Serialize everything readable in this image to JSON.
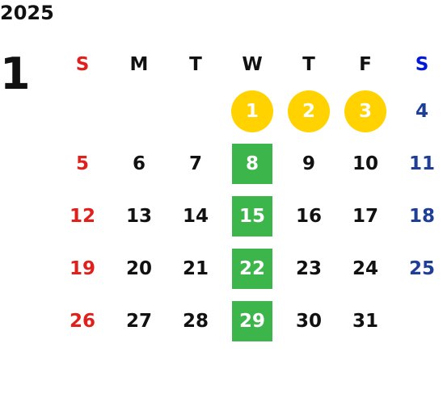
{
  "calendar": {
    "year": "2025",
    "month": "1",
    "weekdays": [
      "S",
      "M",
      "T",
      "W",
      "T",
      "F",
      "S"
    ],
    "weeks": [
      [
        "",
        "",
        "",
        "1",
        "2",
        "3",
        "4"
      ],
      [
        "5",
        "6",
        "7",
        "8",
        "9",
        "10",
        "11"
      ],
      [
        "12",
        "13",
        "14",
        "15",
        "16",
        "17",
        "18"
      ],
      [
        "19",
        "20",
        "21",
        "22",
        "23",
        "24",
        "25"
      ],
      [
        "26",
        "27",
        "28",
        "29",
        "30",
        "31",
        ""
      ]
    ],
    "holiday_days": [
      "1",
      "2",
      "3"
    ],
    "marked_days": [
      "8",
      "15",
      "22",
      "29"
    ]
  },
  "colors": {
    "sunday": "#e0201c",
    "saturday": "#1f3e96",
    "saturday_header": "#0018d8",
    "holiday_fill": "#ffd200",
    "marked_fill": "#3cb54b",
    "text": "#111111"
  }
}
